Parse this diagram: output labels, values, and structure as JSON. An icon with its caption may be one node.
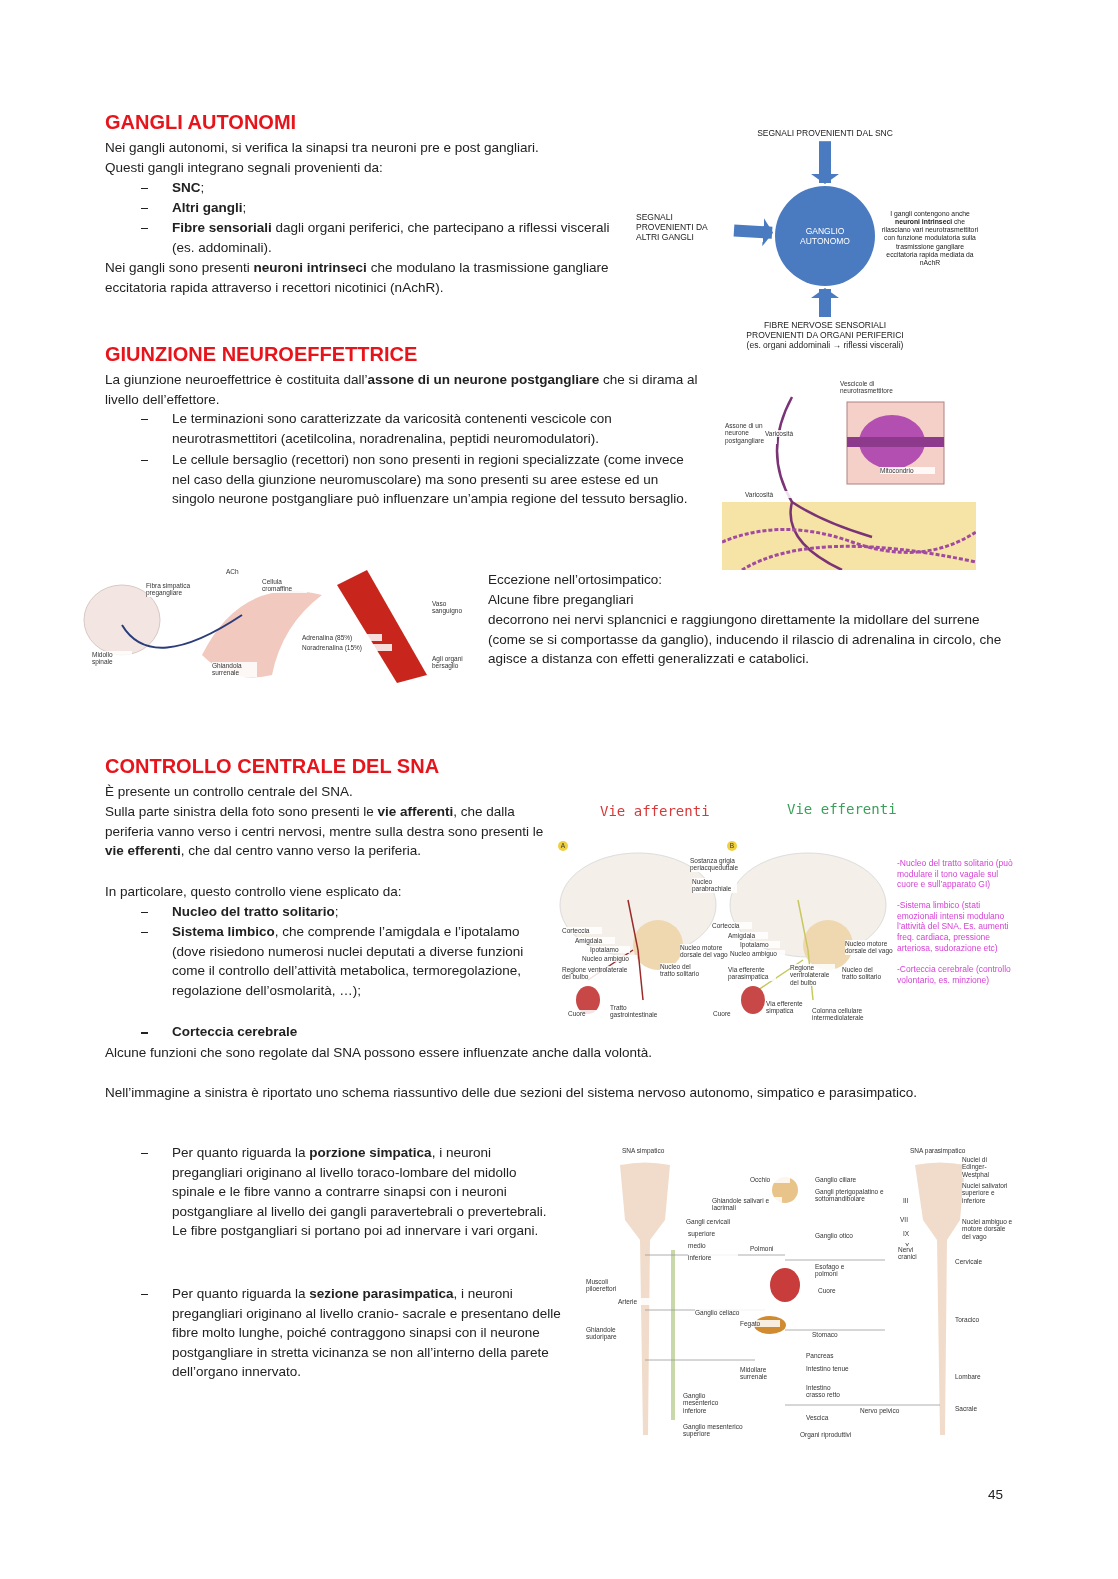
{
  "diagram": {
    "nodes": [
      {
        "text": [
          "SEGNALI PROVENIENTI DAL SNC"
        ]
      },
      {
        "text": [
          "SEGNALI PROVENIENTI DA ALTRI GANGLI"
        ]
      },
      {
        "text": [
          "GANGLIO AUTONOMO"
        ],
        "beside": [
          "I gangli contengono anche **neuroni intrinseci** che rilasciano vari neurotrasmettitori con funzione modulatoria sulla trasmissione gangliare eccitatoria rapida mediata da nAchR"
        ]
      },
      {
        "text": [
          "FIBRE NERVOSE SENSORIALI PROVENIENTI DA ORGANI PERIFERICI (es. organi addominali → riflessi viscerali)"
        ]
      }
    ],
    "edges": [
      {
        "from": 0,
        "to": 2,
        "arrow": "to"
      },
      {
        "from": 1,
        "to": 2,
        "arrow": "to"
      },
      {
        "from": 3,
        "to": 2,
        "arrow": "to"
      }
    ],
    "labels": [
      "GANGLI AUTONOMI",
      "Nei gangli autonomi, si verifica la sinapsi tra neuroni pre e post gangliari.",
      "Questi gangli integrano segnali provenienti da:",
      "**SNC**;",
      "**Altri gangli**;",
      "**Fibre sensoriali** dagli organi periferici, che partecipano a riflessi viscerali (es. addominali).",
      "Nei gangli sono presenti **neuroni intrinseci** che modulano la trasmissione gangliare eccitatoria rapida attraverso i recettori nicotinici (nAchR).",
      "GIUNZIONE NEUROEFFETTRICE",
      "La giunzione neuroeffettrice è costituita dall’**assone di un neurone postgangliare** che si dirama al livello dell’effettore.",
      "Le terminazioni sono caratterizzate da varicosità contenenti vescicole con neurotrasmettitori (acetilcolina, noradrenalina, peptidi neuromodulatori).",
      "Le cellule bersaglio (recettori) non sono presenti in regioni specializzate (come invece nel caso della giunzione neuromuscolare) ma sono presenti su aree estese ed un singolo neurone postgangliare può influenzare un’ampia regione del tessuto bersaglio.",
      "Vescicole di neurotrasmettitore",
      "Assone di un neurone postgangliare",
      "Varicosità",
      "Mitocondrio",
      "Varicosità",
      "Fibra simpatica pregangliare",
      "ACh",
      "Cellula cromaffine",
      "Vaso sanguigno",
      "Midollo spinale",
      "Adrenalina (85%)",
      "Noradrenalina (15%)",
      "Ghiandola surrenale",
      "Agli organi bersaglio",
      "Eccezione nell’ortosimpatico:",
      "Alcune fibre pregangliari",
      "decorrono nei nervi splancnici e raggiungono direttamente la midollare del surrene (come se si comportasse da ganglio), inducendo il rilascio di adrenalina in circolo, che agisce a distanza con effetti generalizzati e catabolici.",
      "CONTROLLO CENTRALE DEL SNA",
      "È presente un controllo centrale del SNA.",
      "Sulla parte sinistra della foto sono presenti le **vie afferenti**, che dalla periferia vanno verso i centri nervosi, mentre sulla destra sono presenti le **vie efferenti**, che dal centro vanno verso la periferia.",
      "In particolare, questo controllo viene esplicato da:",
      "**Nucleo del tratto solitario**;",
      "**Sistema limbico**, che comprende l’amigdala e l’ipotalamo (dove risiedono numerosi nuclei deputati a diverse funzioni come il controllo dell’attività metabolica, termoregolazione, regolazione dell’osmolarità, …);",
      "Corteccia cerebrale",
      "Alcune funzioni che sono regolate dal SNA possono essere influenzate anche dalla volontà.",
      "Vie afferenti",
      "Vie efferenti",
      "A",
      "B",
      "Sostanza grigia periacqueduttale",
      "Nucleo parabrachiale",
      "Corteccia",
      "Amigdala",
      "Ipotalamo",
      "Nucleo ambiguo",
      "Regione ventrolaterale del bulbo",
      "Nucleo motore dorsale del vago",
      "Nucleo del tratto solitario",
      "Cuore",
      "Tratto gastrointestinale",
      "Corteccia",
      "Amigdala",
      "Ipotalamo",
      "Nucleo ambiguo",
      "Nucleo motore dorsale del vago",
      "Via efferente parasimpatica",
      "Regione ventrolaterale del bulbo",
      "Nucleo del tratto solitario",
      "Cuore",
      "Via efferente simpatica",
      "Colonna cellulare intermediolaterale",
      "-Nucleo del tratto solitario (può modulare il tono vagale sul cuore e sull’apparato GI)",
      "-Sistema limbico (stati emozionali intensi modulano l’attività del SNA. Es. aumenti freq. cardiaca, pressione arteriosa, sudorazione etc)",
      "-Corteccia cerebrale (controllo volontario, es. minzione)",
      "Nell’immagine a sinistra è riportato uno schema riassuntivo delle due sezioni del sistema nervoso autonomo, simpatico e parasimpatico.",
      "Per quanto riguarda la **porzione simpatica**, i neuroni pregangliari originano al livello toraco-lombare del midollo spinale e le fibre vanno a contrarre sinapsi con i neuroni postgangliare al livello dei gangli paravertebrali o prevertebrali. Le fibre postgangliari si portano poi ad innervare i vari organi.",
      "Per quanto riguarda la **sezione parasimpatica**, i neuroni pregangliari originano al livello cranio- sacrale e presentano delle fibre molto lunghe, poiché contraggono sinapsi con il neurone postgangliare in stretta vicinanza se non all’interno della parete dell’organo innervato.",
      "SNA simpatico",
      "Occhio",
      "Ghiandole salivari e lacrimali",
      "Gangli cervicali",
      "superiore",
      "medio",
      "inferiore",
      "Polmoni",
      "Muscoli piloerettori",
      "Arterie",
      "Ghiandole sudoripare",
      "Ganglio celiaco",
      "Fegato",
      "Midollare surrenale",
      "Ganglio mesenterico inferiore",
      "Ganglio mesenterico superiore",
      "SNA parasimpatico",
      "Nuclei di Edinger-Westphal",
      "Nuclei salivatori superiore e inferiore",
      "Nuclei ambiguo e motore dorsale del vago",
      "Ganglio ciliare",
      "Gangli pterigopalatino e sottomandibolare",
      "III",
      "VII",
      "IX",
      "X",
      "Ganglio otico",
      "Nervi cranici",
      "Esofago e polmoni",
      "Cuore",
      "Cervicale",
      "Stomaco",
      "Pancreas",
      "Intestino tenue",
      "Toracico",
      "Lombare",
      "Intestino crasso retto",
      "Vescica",
      "Nervo pelvico",
      "Sacrale",
      "Organi riproduttivi",
      "45"
    ]
  }
}
